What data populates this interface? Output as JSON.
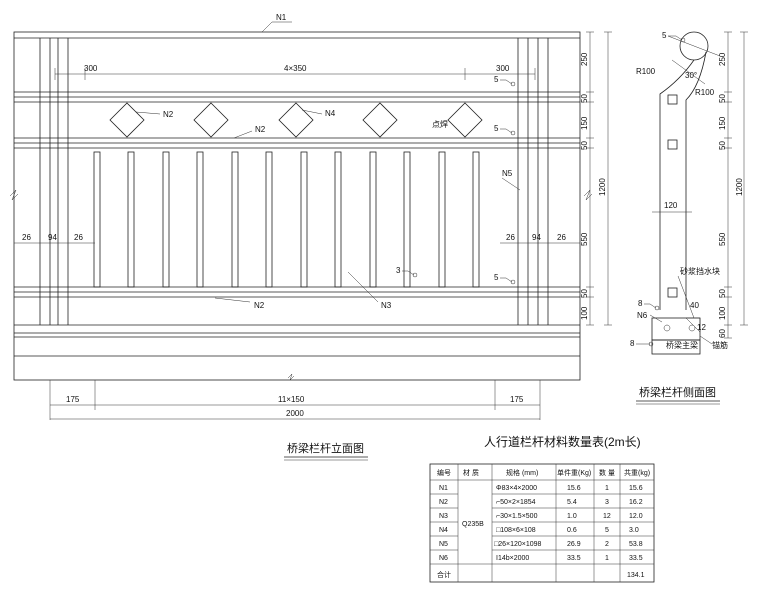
{
  "elevation": {
    "title": "桥梁栏杆立面图",
    "top_labels": {
      "n1": "N1",
      "left_300": "300",
      "center_span": "4×350",
      "right_300": "300"
    },
    "tags": {
      "n2_upper": "N2",
      "n2_mid": "N2",
      "n4": "N4",
      "weld": "点焊",
      "n5": "N5",
      "n3": "N3",
      "n2_lower": "N2"
    },
    "weld_marks": [
      "5",
      "5",
      "5",
      "3"
    ],
    "left_dims": [
      "26",
      "94",
      "26"
    ],
    "right_dims": [
      "26",
      "94",
      "26"
    ],
    "right_vertical_dims": [
      "250",
      "50",
      "150",
      "50",
      "550",
      "50",
      "100"
    ],
    "overall_height": "1200",
    "bottom_dims": {
      "left": "175",
      "middle": "11×150",
      "right": "175",
      "total": "2000"
    }
  },
  "side": {
    "title": "桥梁栏杆侧面图",
    "labels": {
      "r100_top": "R100",
      "angle": "30°",
      "r100_mid": "R100",
      "width": "120",
      "fillet": "砂浆挡水块",
      "n6": "N6",
      "dim40": "40",
      "dim12": "12",
      "girder": "桥梁主梁",
      "anchor": "锚筋"
    },
    "weld_marks": [
      "5",
      "8",
      "8"
    ],
    "vertical_dims": [
      "250",
      "50",
      "150",
      "50",
      "550",
      "50",
      "100",
      "60"
    ],
    "overall_height": "1200"
  },
  "table": {
    "title": "人行道栏杆材料数量表(2m长)",
    "headers": [
      "编号",
      "材 质",
      "规格 (mm)",
      "单件重(Kg)",
      "数 量",
      "共重(kg)"
    ],
    "material": "Q235B",
    "rows": [
      {
        "id": "N1",
        "spec": "Φ83×4×2000",
        "unit": "15.6",
        "qty": "1",
        "total": "15.6"
      },
      {
        "id": "N2",
        "spec": "⌐50×2×1854",
        "unit": "5.4",
        "qty": "3",
        "total": "16.2"
      },
      {
        "id": "N3",
        "spec": "⌐30×1.5×500",
        "unit": "1.0",
        "qty": "12",
        "total": "12.0"
      },
      {
        "id": "N4",
        "spec": "□108×6×108",
        "unit": "0.6",
        "qty": "5",
        "total": "3.0"
      },
      {
        "id": "N5",
        "spec": "□26×120×1098",
        "unit": "26.9",
        "qty": "2",
        "total": "53.8"
      },
      {
        "id": "N6",
        "spec": "I14b×2000",
        "unit": "33.5",
        "qty": "1",
        "total": "33.5"
      }
    ],
    "sum_label": "合计",
    "sum_total": "134.1"
  }
}
